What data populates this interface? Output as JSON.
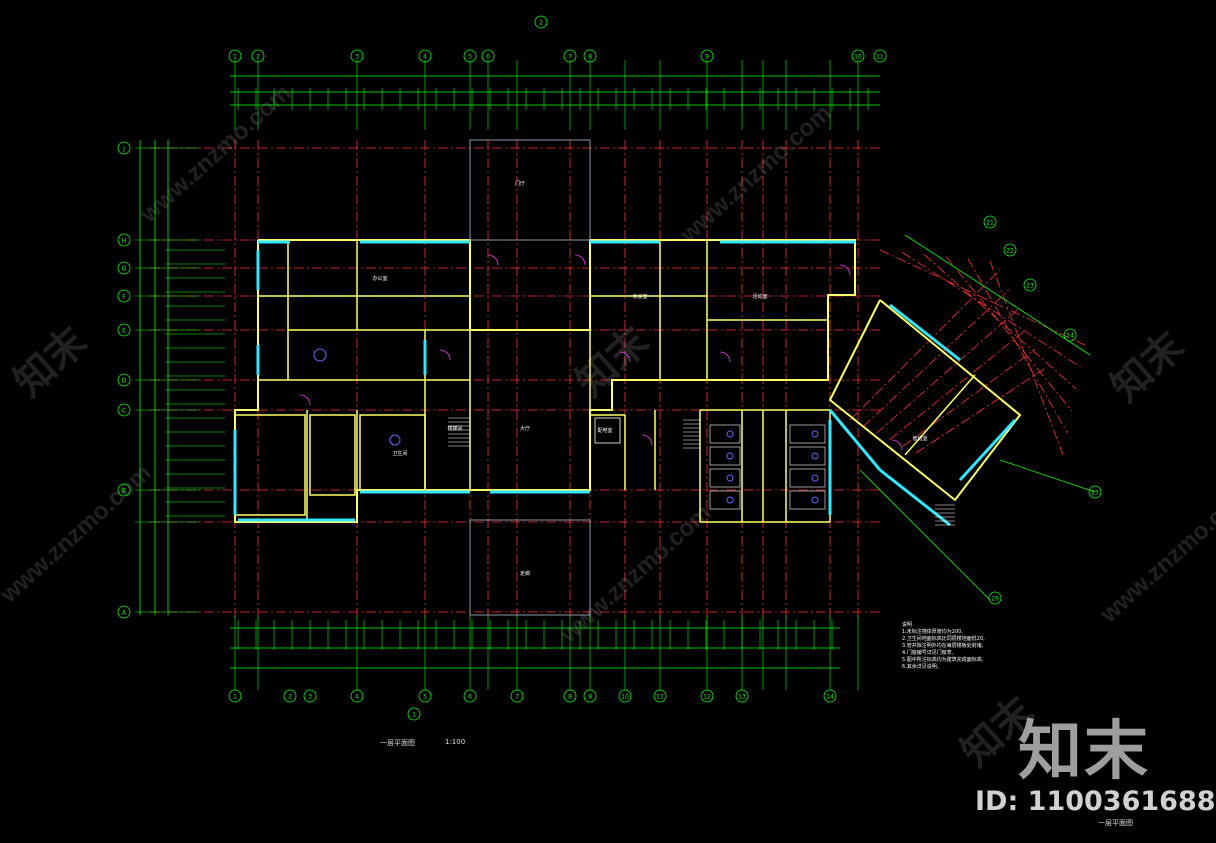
{
  "drawing": {
    "title": "一层平面图",
    "scale": "1:100",
    "sheet_label": "一层平面图",
    "notes_heading": "说明",
    "notes": [
      "1.未标注墙体厚度均为200,",
      "2.卫生间地面标高比同层楼地面低20,",
      "3.管井除注明外均在每层楼板处封堵,",
      "4.门窗编号详见门窗表,",
      "5.图中所注标高均为建筑完成面标高,",
      "6.其余详见说明。"
    ],
    "room_labels": [
      "门厅",
      "大厅",
      "办公室",
      "会议室",
      "活动室",
      "卫生间",
      "楼梯间",
      "配电室",
      "值班室",
      "走廊"
    ]
  },
  "axes": {
    "top": [
      "1",
      "2",
      "3",
      "4",
      "5",
      "6",
      "7",
      "8",
      "9",
      "10",
      "11"
    ],
    "bottom": [
      "1",
      "2",
      "3",
      "4",
      "5",
      "6",
      "7",
      "8",
      "9",
      "10",
      "11",
      "12",
      "13",
      "14"
    ],
    "left": [
      "J",
      "H",
      "G",
      "F",
      "E",
      "D",
      "C",
      "B",
      "A"
    ],
    "wing": [
      "21",
      "22",
      "23",
      "24",
      "25",
      "26"
    ]
  },
  "watermark": {
    "cn": "知末",
    "id_text": "ID: 1100361688",
    "site": "www.znzmo.com"
  },
  "colors": {
    "background": "#000000",
    "axis_line": "#ff3030",
    "dimension": "#00ff00",
    "wall": "#ffff66",
    "window": "#33e6ff",
    "furniture": "#ff33ff",
    "text": "#ffffff"
  }
}
